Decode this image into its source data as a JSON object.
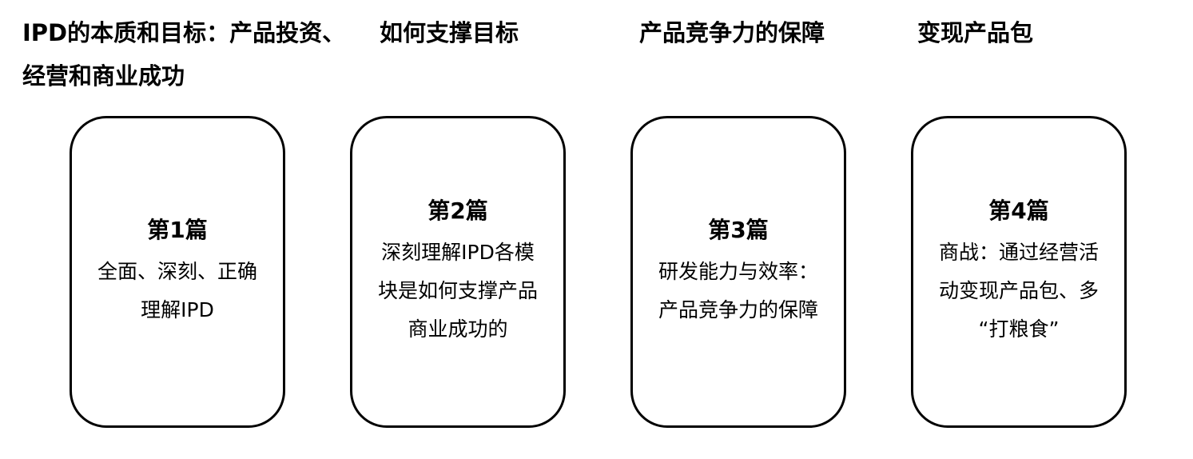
{
  "headers": [
    "IPD的本质和目标：产品投资、\n经营和商业成功",
    "如何支撑目标",
    "产品竞争力的保障",
    "变现产品包"
  ],
  "cards": [
    {
      "title": "第1篇",
      "body": "全面、深刻、正确\n理解IPD"
    },
    {
      "title": "第2篇",
      "body": "深刻理解IPD各模\n块是如何支撑产品\n商业成功的"
    },
    {
      "title": "第3篇",
      "body": "研发能力与效率：\n产品竞争力的保障"
    },
    {
      "title": "第4篇",
      "body": "商战：通过经营活\n动变现产品包、多\n“打粮食”"
    }
  ]
}
